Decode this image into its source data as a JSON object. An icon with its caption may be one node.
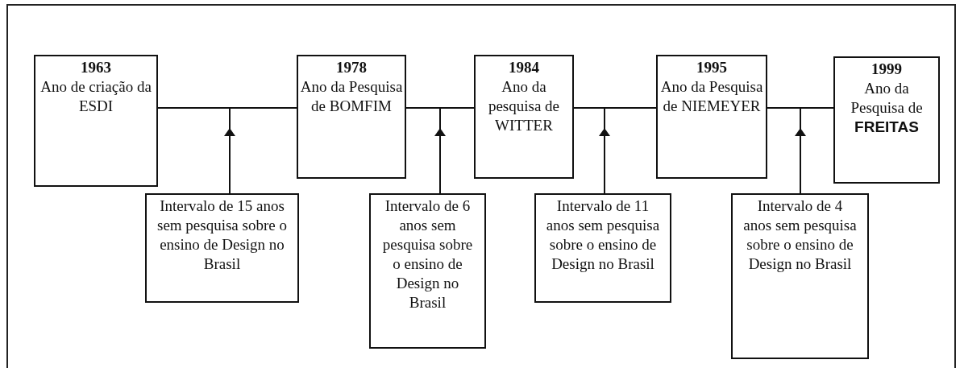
{
  "diagram": {
    "nodes": [
      {
        "text": [
          "1963",
          "Ano de criação da ESDI"
        ]
      },
      {
        "text": [
          "1978",
          "Ano da Pesquisa de BOMFIM"
        ]
      },
      {
        "text": [
          "1984",
          "Ano da pesquisa de WITTER"
        ]
      },
      {
        "text": [
          "1995",
          "Ano da Pesquisa de NIEMEYER"
        ]
      },
      {
        "text": [
          "1999",
          "Ano da Pesquisa de **FREITAS**"
        ]
      },
      {
        "text": [
          "Intervalo de 15 anos sem pesquisa sobre o ensino de Design no Brasil"
        ]
      },
      {
        "text": [
          "Intervalo de 6 anos sem pesquisa sobre o ensino de Design no Brasil"
        ]
      },
      {
        "text": [
          "Intervalo de 11 anos sem pesquisa sobre o ensino de Design no Brasil"
        ]
      },
      {
        "text": [
          "Intervalo de 4 anos sem pesquisa sobre o ensino de Design no Brasil"
        ]
      }
    ],
    "edges": [
      {
        "from": 0,
        "to": 1,
        "arrow": "none"
      },
      {
        "from": 1,
        "to": 2,
        "arrow": "none"
      },
      {
        "from": 2,
        "to": 3,
        "arrow": "none"
      },
      {
        "from": 3,
        "to": 4,
        "arrow": "none"
      },
      {
        "from": 5,
        "to": null,
        "arrow": "to"
      },
      {
        "from": 6,
        "to": null,
        "arrow": "to"
      },
      {
        "from": 7,
        "to": null,
        "arrow": "to"
      },
      {
        "from": 8,
        "to": null,
        "arrow": "to"
      }
    ]
  }
}
